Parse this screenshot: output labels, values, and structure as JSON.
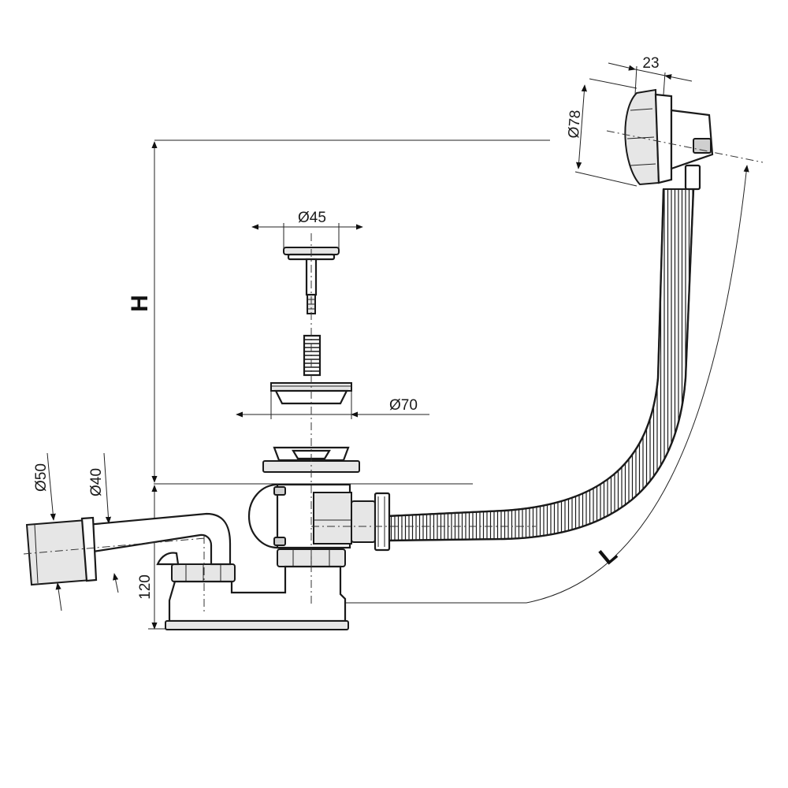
{
  "dimensions": {
    "overflow_width": "23",
    "overflow_diameter": "Ø78",
    "plug_diameter": "Ø45",
    "flange_diameter": "Ø70",
    "outlet_outer": "Ø50",
    "outlet_inner": "Ø40",
    "trap_height": "120",
    "height": "H",
    "length": "L"
  },
  "colors": {
    "line": "#1a1a1a",
    "fill_light": "#e6e6e6",
    "fill_mid": "#cfcfcf",
    "background": "#ffffff"
  }
}
